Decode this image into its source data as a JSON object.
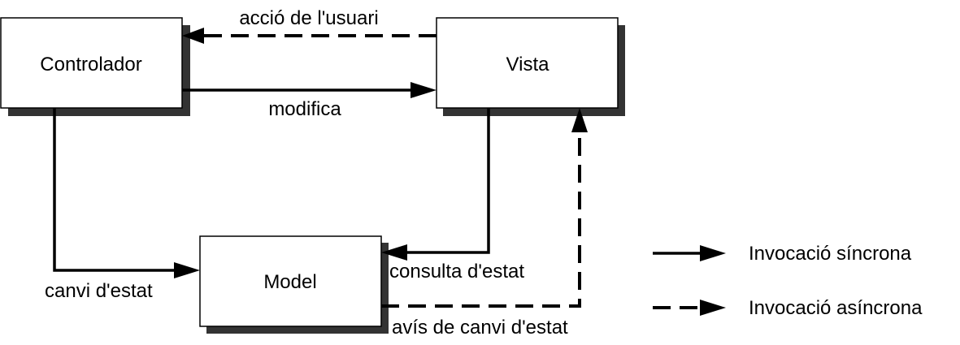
{
  "nodes": {
    "controlador": "Controlador",
    "vista": "Vista",
    "model": "Model"
  },
  "edges": {
    "user_action": "acció de l'usuari",
    "modifies": "modifica",
    "state_change": "canvi d'estat",
    "state_query": "consulta d'estat",
    "state_change_notice": "avís de canvi d'estat"
  },
  "legend": {
    "sync": "Invocació síncrona",
    "async": "Invocació asíncrona"
  },
  "colors": {
    "line": "#000000",
    "shadow": "#333333",
    "box_fill": "#ffffff"
  }
}
